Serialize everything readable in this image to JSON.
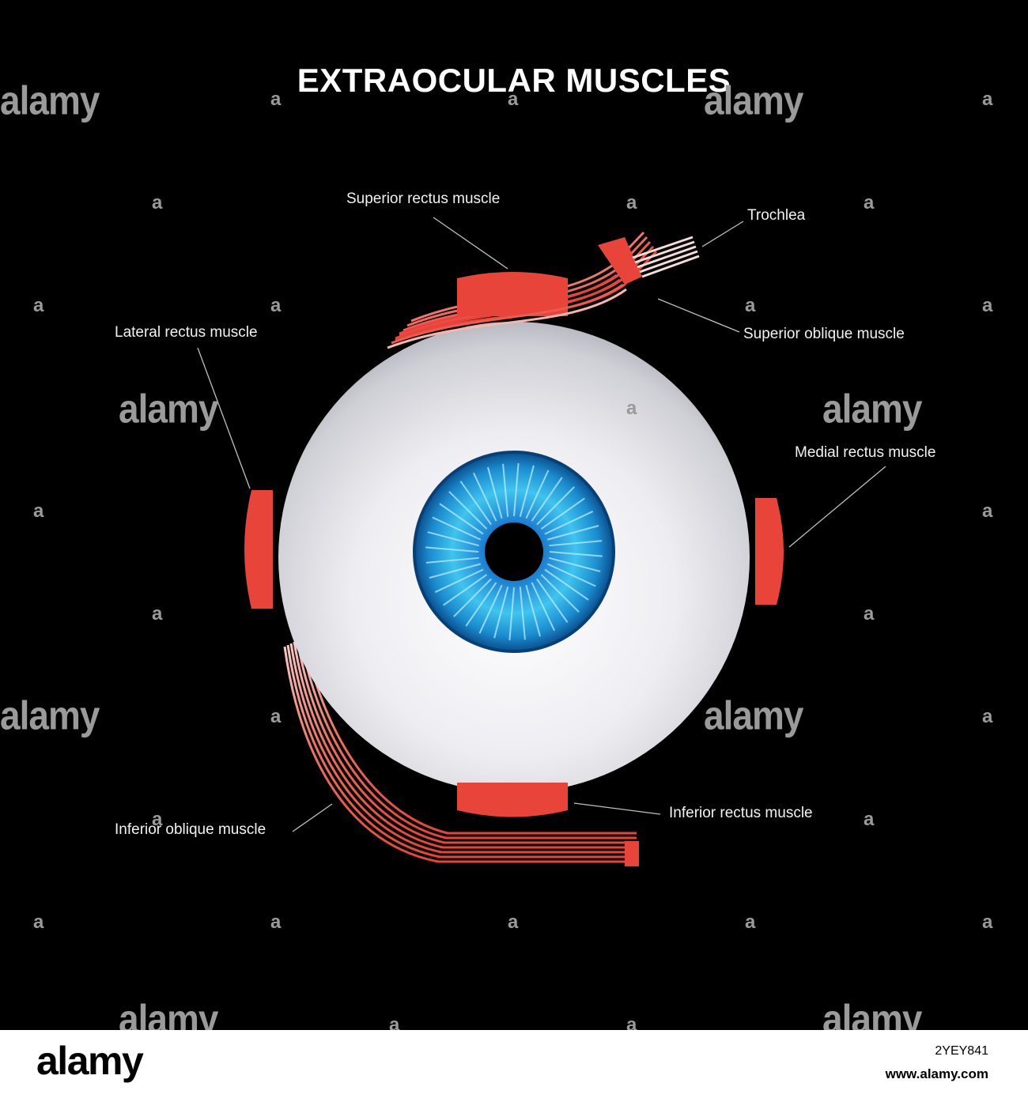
{
  "title": "EXTRAOCULAR MUSCLES",
  "labels": {
    "superior_rectus": "Superior rectus muscle",
    "trochlea": "Trochlea",
    "superior_oblique": "Superior  oblique muscle",
    "lateral_rectus": "Lateral rectus muscle",
    "medial_rectus": "Medial rectus muscle",
    "inferior_oblique": "Inferior oblique muscle",
    "inferior_rectus": "Inferior rectus muscle"
  },
  "watermark": {
    "word": "alamy",
    "letter": "a"
  },
  "footer": {
    "logo": "alamy",
    "image_id": "2YEY841",
    "site": "www.alamy.com"
  },
  "colors": {
    "background": "#000000",
    "muscle": "#e8443a",
    "iris": "#1a8fd6",
    "sclera": "#e6e6e9"
  }
}
